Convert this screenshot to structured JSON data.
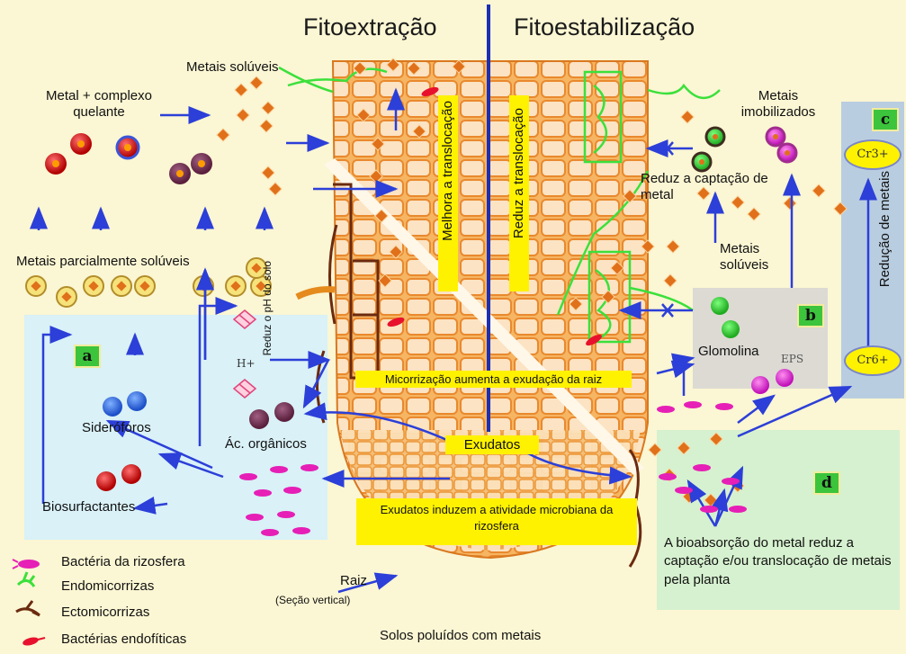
{
  "titles": {
    "left": "Fitoextração",
    "right": "Fitoestabilização"
  },
  "labels": {
    "metais_soluveis_top": "Metais solúveis",
    "metal_complexo": "Metal + complexo quelante",
    "metais_parcial": "Metais parcialmente solúveis",
    "siderophores": "Sideróforos",
    "acidos": "Ác. orgânicos",
    "biosurfactantes": "Biosurfactantes",
    "h_plus": "H+",
    "reduz_ph": "Reduz o pH do solo",
    "melhora": "Melhora a translocação",
    "reduz_transl": "Reduz a translocação",
    "micorrizacao": "Micorrização aumenta a exudação da raiz",
    "exudatos": "Exudatos",
    "exudatos_induzem": "Exudatos induzem a atividade microbiana da rizosfera",
    "metais_imob": "Metais imobilizados",
    "reduz_captacao": "Reduz a captação de metal",
    "metais_soluveis_right": "Metais solúveis",
    "glomolina": "Glomolina",
    "eps": "EPS",
    "reducao_metais": "Redução de metais",
    "cr3": "Cr3+",
    "cr6": "Cr6+",
    "bioabsorcao": "A bioabsorção do metal reduz a captação e/ou translocação de metais pela planta",
    "raiz": "Raiz",
    "secao": "(Seção vertical)",
    "solos": "Solos poluídos com metais"
  },
  "panel_tags": {
    "a": "a",
    "b": "b",
    "c": "c",
    "d": "d"
  },
  "legend": [
    {
      "label": "Bactéria da rizosfera",
      "icon": "pink-bacterium-icon"
    },
    {
      "label": "Endomicorrizas",
      "icon": "green-hypha-icon"
    },
    {
      "label": "Ectomicorrizas",
      "icon": "brown-hypha-icon"
    },
    {
      "label": "Bactérias endofíticas",
      "icon": "red-bacterium-icon"
    }
  ],
  "colors": {
    "background": "#fbf6d3",
    "panel_a": "#d9f1f7",
    "panel_b": "#dcdad3",
    "panel_c": "#b9cde0",
    "panel_d": "#d6f1cf",
    "arrow": "#2c3fd8",
    "root": "#f4ad4f",
    "divider": "#1b2fb5",
    "tag": "#3cc43c",
    "yellow_label": "#fff200"
  }
}
